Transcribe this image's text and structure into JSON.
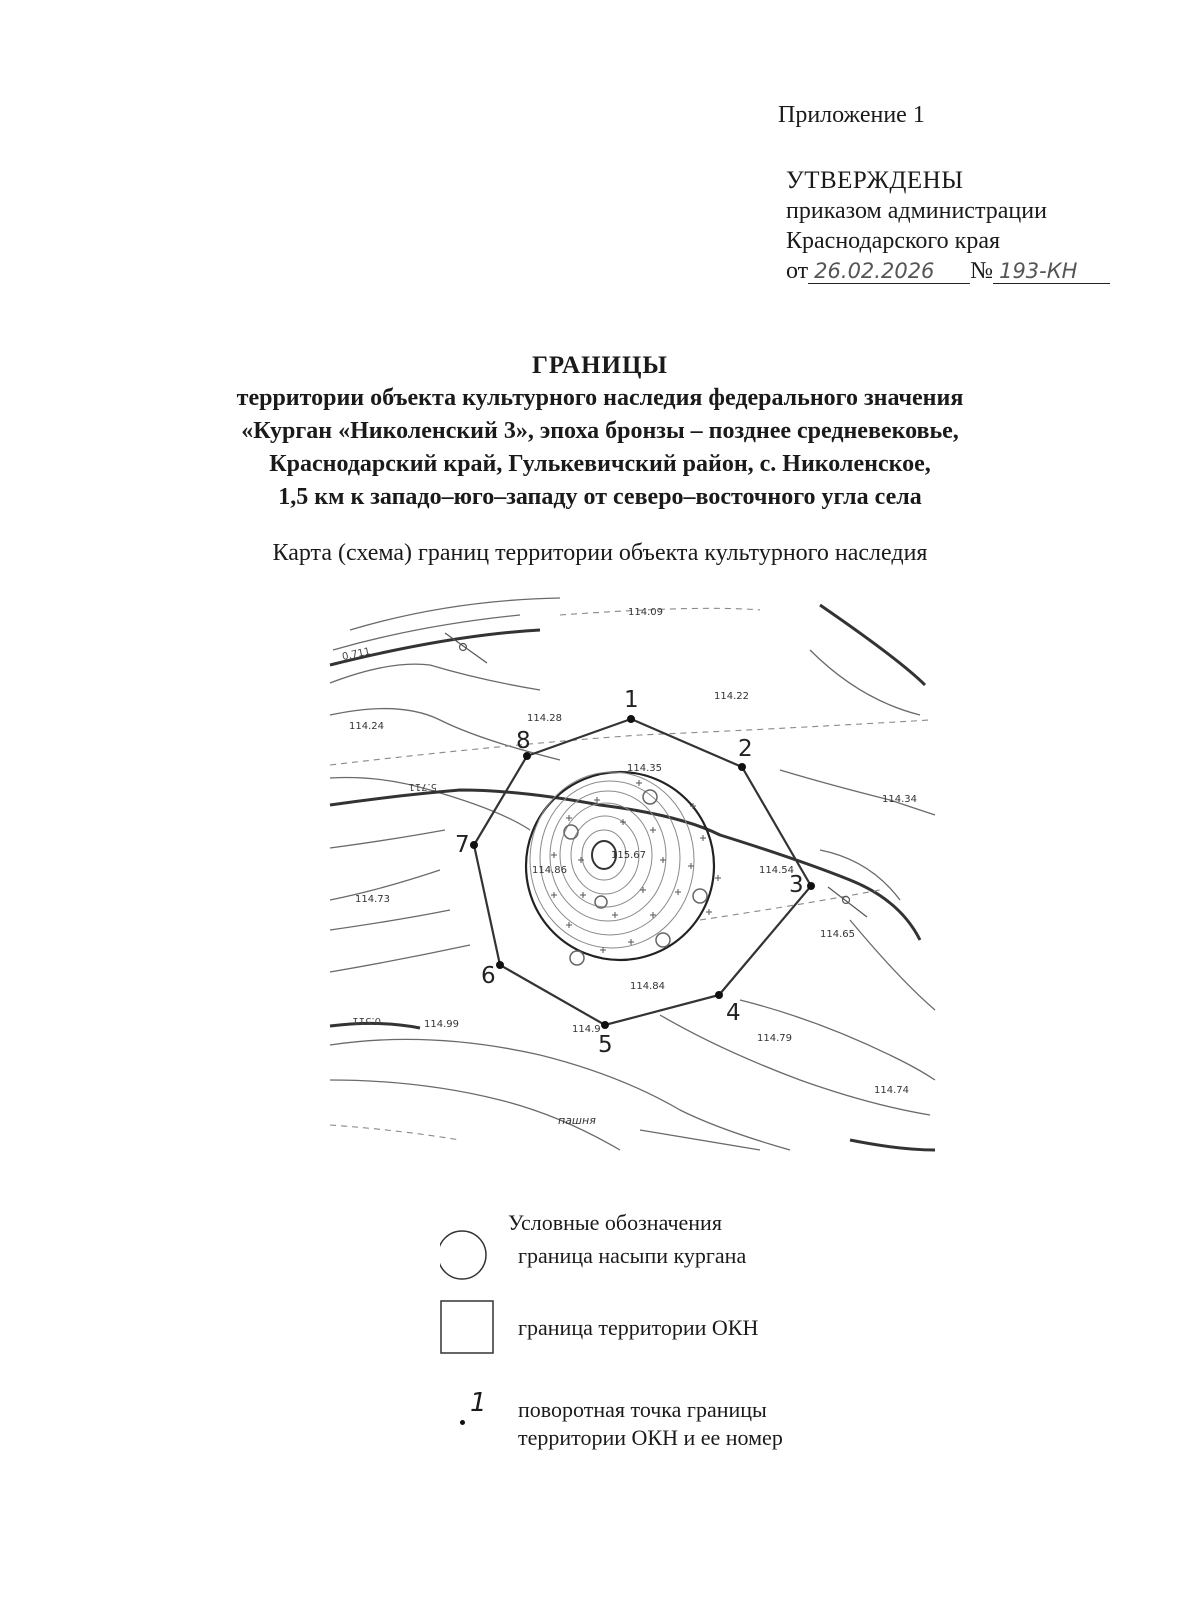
{
  "annex": "Приложение 1",
  "approval": {
    "approved": "УТВЕРЖДЕНЫ",
    "line1": "приказом администрации",
    "line2": "Краснодарского края",
    "from_prefix": "от",
    "date": "26.02.2026",
    "number_prefix": "№",
    "number": "193-КН"
  },
  "title": {
    "heading": "ГРАНИЦЫ",
    "lines": [
      "территории объекта культурного наследия федерального значения",
      "«Курган «Николенский 3», эпоха бронзы – позднее средневековье,",
      "Краснодарский край, Гулькевичский район, с. Николенское,",
      "1,5 км к западо–юго–западу от северо–восточного угла села"
    ]
  },
  "subtitle": "Карта (схема) границ территории объекта культурного наследия",
  "map": {
    "point_labels": [
      "1",
      "2",
      "3",
      "4",
      "5",
      "6",
      "7",
      "8"
    ],
    "elevations": {
      "e1": "114.09",
      "e2": "114.22",
      "e3": "114.24",
      "e4": "114.28",
      "e5": "114.35",
      "e6": "114.34",
      "e7": "115.67",
      "e8": "114.86",
      "e9": "114.54",
      "e10": "114.73",
      "e11": "114.65",
      "e12": "114.84",
      "e13": "114.9",
      "e14": "114.99",
      "e15": "114.79",
      "e16": "114.74"
    },
    "contour_labels": {
      "c1": "5.711",
      "c2": "0.511",
      "c3": "0.711"
    },
    "field_label": "пашня"
  },
  "legend": {
    "title": "Условные обозначения",
    "items": [
      {
        "icon": "circle-icon",
        "label": "граница насыпи кургана"
      },
      {
        "icon": "square-icon",
        "label": "граница территории ОКН"
      },
      {
        "icon": "turning-point-icon",
        "marker": "1",
        "label_l1": "поворотная точка границы",
        "label_l2": "территории ОКН и ее номер"
      }
    ]
  }
}
